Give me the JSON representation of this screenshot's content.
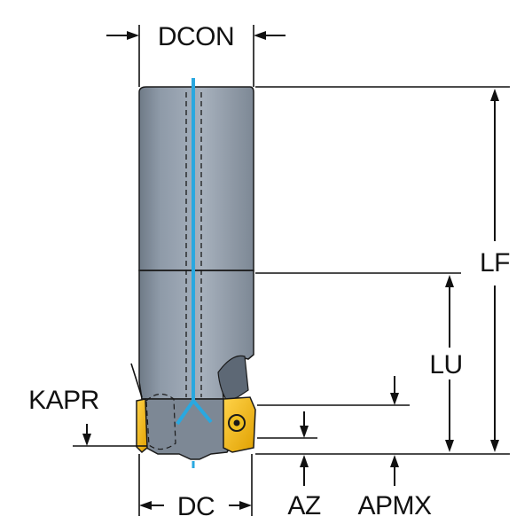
{
  "labels": {
    "dcon": "DCON",
    "lf": "LF",
    "lu": "LU",
    "kapr": "KAPR",
    "dc": "DC",
    "az": "AZ",
    "apmx": "APMX"
  },
  "colors": {
    "body": "#8e9aa8",
    "body_shade": "#6f7a87",
    "body_highlight": "#b3bcc7",
    "coolant": "#29a8e0",
    "insert": "#f5b800",
    "insert_dark": "#c98f00",
    "outline": "#1a1a1a"
  }
}
